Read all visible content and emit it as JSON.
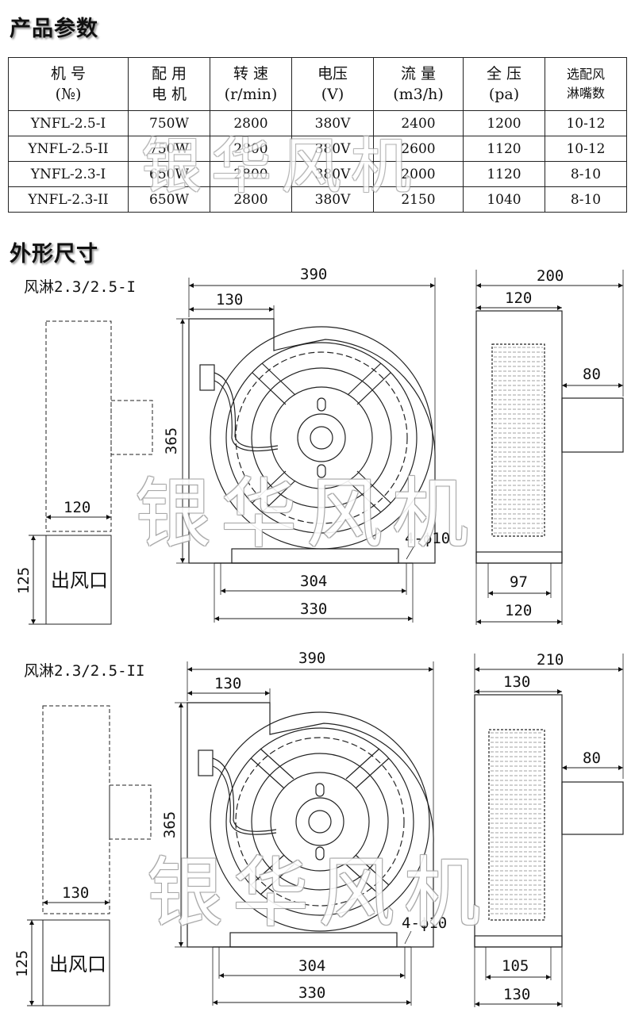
{
  "sections": {
    "params_title": "产品参数",
    "dims_title": "外形尺寸"
  },
  "table": {
    "headers": [
      [
        "机 号",
        "(№)"
      ],
      [
        "配 用",
        "电 机"
      ],
      [
        "转 速",
        "(r/min)"
      ],
      [
        "电压",
        "(V)"
      ],
      [
        "流 量",
        "(m3/h)"
      ],
      [
        "全 压",
        "(pa)"
      ],
      [
        "选配风",
        "淋嘴数"
      ]
    ],
    "rows": [
      [
        "YNFL-2.5-I",
        "750W",
        "2800",
        "380V",
        "2400",
        "1200",
        "10-12"
      ],
      [
        "YNFL-2.5-II",
        "750W",
        "2800",
        "380V",
        "2600",
        "1120",
        "10-12"
      ],
      [
        "YNFL-2.3-I",
        "650W",
        "2800",
        "380V",
        "2000",
        "1120",
        "8-10"
      ],
      [
        "YNFL-2.3-II",
        "650W",
        "2800",
        "380V",
        "2150",
        "1040",
        "8-10"
      ]
    ]
  },
  "watermark": "银华风机",
  "drawings": [
    {
      "label": "风淋2.3/2.5-I",
      "total_width": "390",
      "inlet_width": "130",
      "height": "365",
      "outlet_width": "120",
      "outlet_height": "125",
      "outlet_label": "出风口",
      "base_inner": "304",
      "base_outer": "330",
      "holes": "4-ϕ10",
      "side_depth": "200",
      "side_front": "120",
      "side_outlet": "80",
      "side_base_inner": "97",
      "side_base_outer": "120"
    },
    {
      "label": "风淋2.3/2.5-II",
      "total_width": "390",
      "inlet_width": "130",
      "height": "365",
      "outlet_width": "130",
      "outlet_height": "125",
      "outlet_label": "出风口",
      "base_inner": "304",
      "base_outer": "330",
      "holes": "4-ϕ10",
      "side_depth": "210",
      "side_front": "130",
      "side_outlet": "80",
      "side_base_inner": "105",
      "side_base_outer": "130"
    }
  ]
}
